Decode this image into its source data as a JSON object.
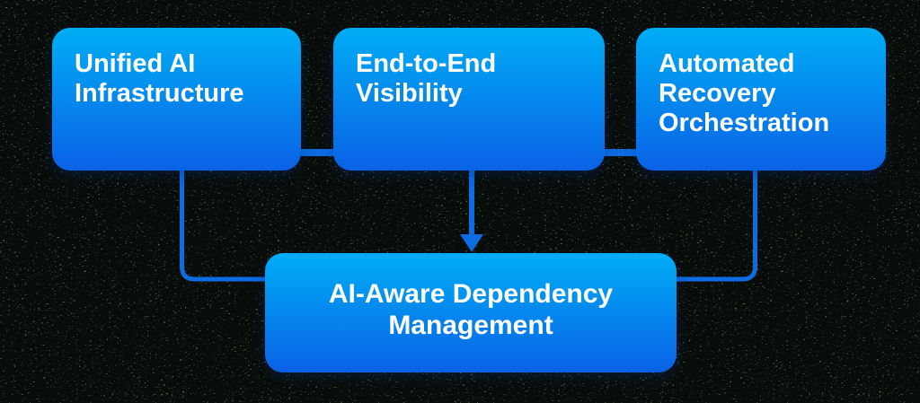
{
  "colors": {
    "box-gradient-top": "#00adf5",
    "box-gradient-bottom": "#0a62e6",
    "connector": "#0d6ce2",
    "box-text": "#ffffff",
    "background-base": "#4e7156"
  },
  "diagram": {
    "top_boxes": [
      {
        "label": "Unified AI\nInfrastructure"
      },
      {
        "label": "End-to-End\nVisibility"
      },
      {
        "label": "Automated\nRecovery\nOrchestration"
      }
    ],
    "bottom_box": {
      "label": "AI-Aware Dependency\nManagement"
    }
  }
}
